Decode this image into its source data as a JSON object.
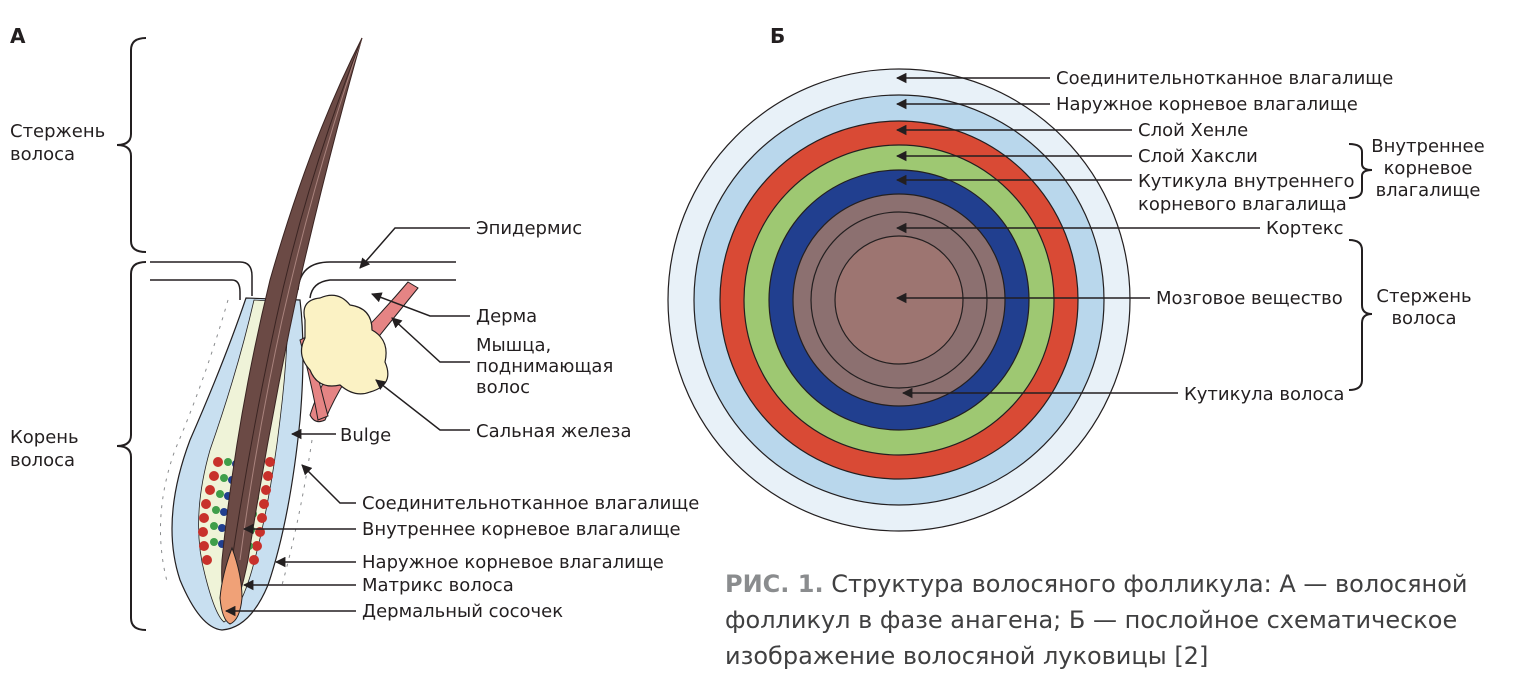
{
  "panel_a": {
    "letter": "А",
    "shaft_label": [
      "Стержень",
      "волоса"
    ],
    "root_label": [
      "Корень",
      "волоса"
    ],
    "labels": {
      "epidermis": "Эпидермис",
      "dermis": "Дерма",
      "muscle": [
        "Мышца,",
        "поднимающая",
        "волос"
      ],
      "bulge": "Bulge",
      "sebaceous": "Сальная железа",
      "ct_sheath": "Соединительнотканное влагалище",
      "inner_sheath": "Внутреннее корневое влагалище",
      "outer_sheath": "Наружное корневое влагалище",
      "matrix": "Матрикс волоса",
      "papilla": "Дермальный сосочек"
    }
  },
  "panel_b": {
    "letter": "Б",
    "labels": {
      "ct_sheath": "Соединительнотканное влагалище",
      "outer_sheath": "Наружное корневое влагалище",
      "henle": "Слой Хенле",
      "huxley": "Слой Хаксли",
      "cuticle_inner": [
        "Кутикула внутреннего",
        "корневого влагалища"
      ],
      "cortex": "Кортекс",
      "medulla": "Мозговое вещество",
      "hair_cuticle": "Кутикула волоса"
    },
    "group_inner": [
      "Внутреннее",
      "корневое",
      "влагалище"
    ],
    "group_shaft": [
      "Стержень",
      "волоса"
    ],
    "colors": {
      "ct": "#e8f1f8",
      "outer": "#b9d7ec",
      "henle": "#d94a35",
      "huxley": "#9ec872",
      "cuticle": "#213f8f",
      "cortex": "#8c7070",
      "medulla": "#9d7571"
    }
  },
  "caption": {
    "label": "РИС. 1.",
    "text": " Структура волосяного фолликула: А — волосяной фолликул в фазе анагена; Б — послойное схематическое изображение волосяной луковицы [2]"
  }
}
